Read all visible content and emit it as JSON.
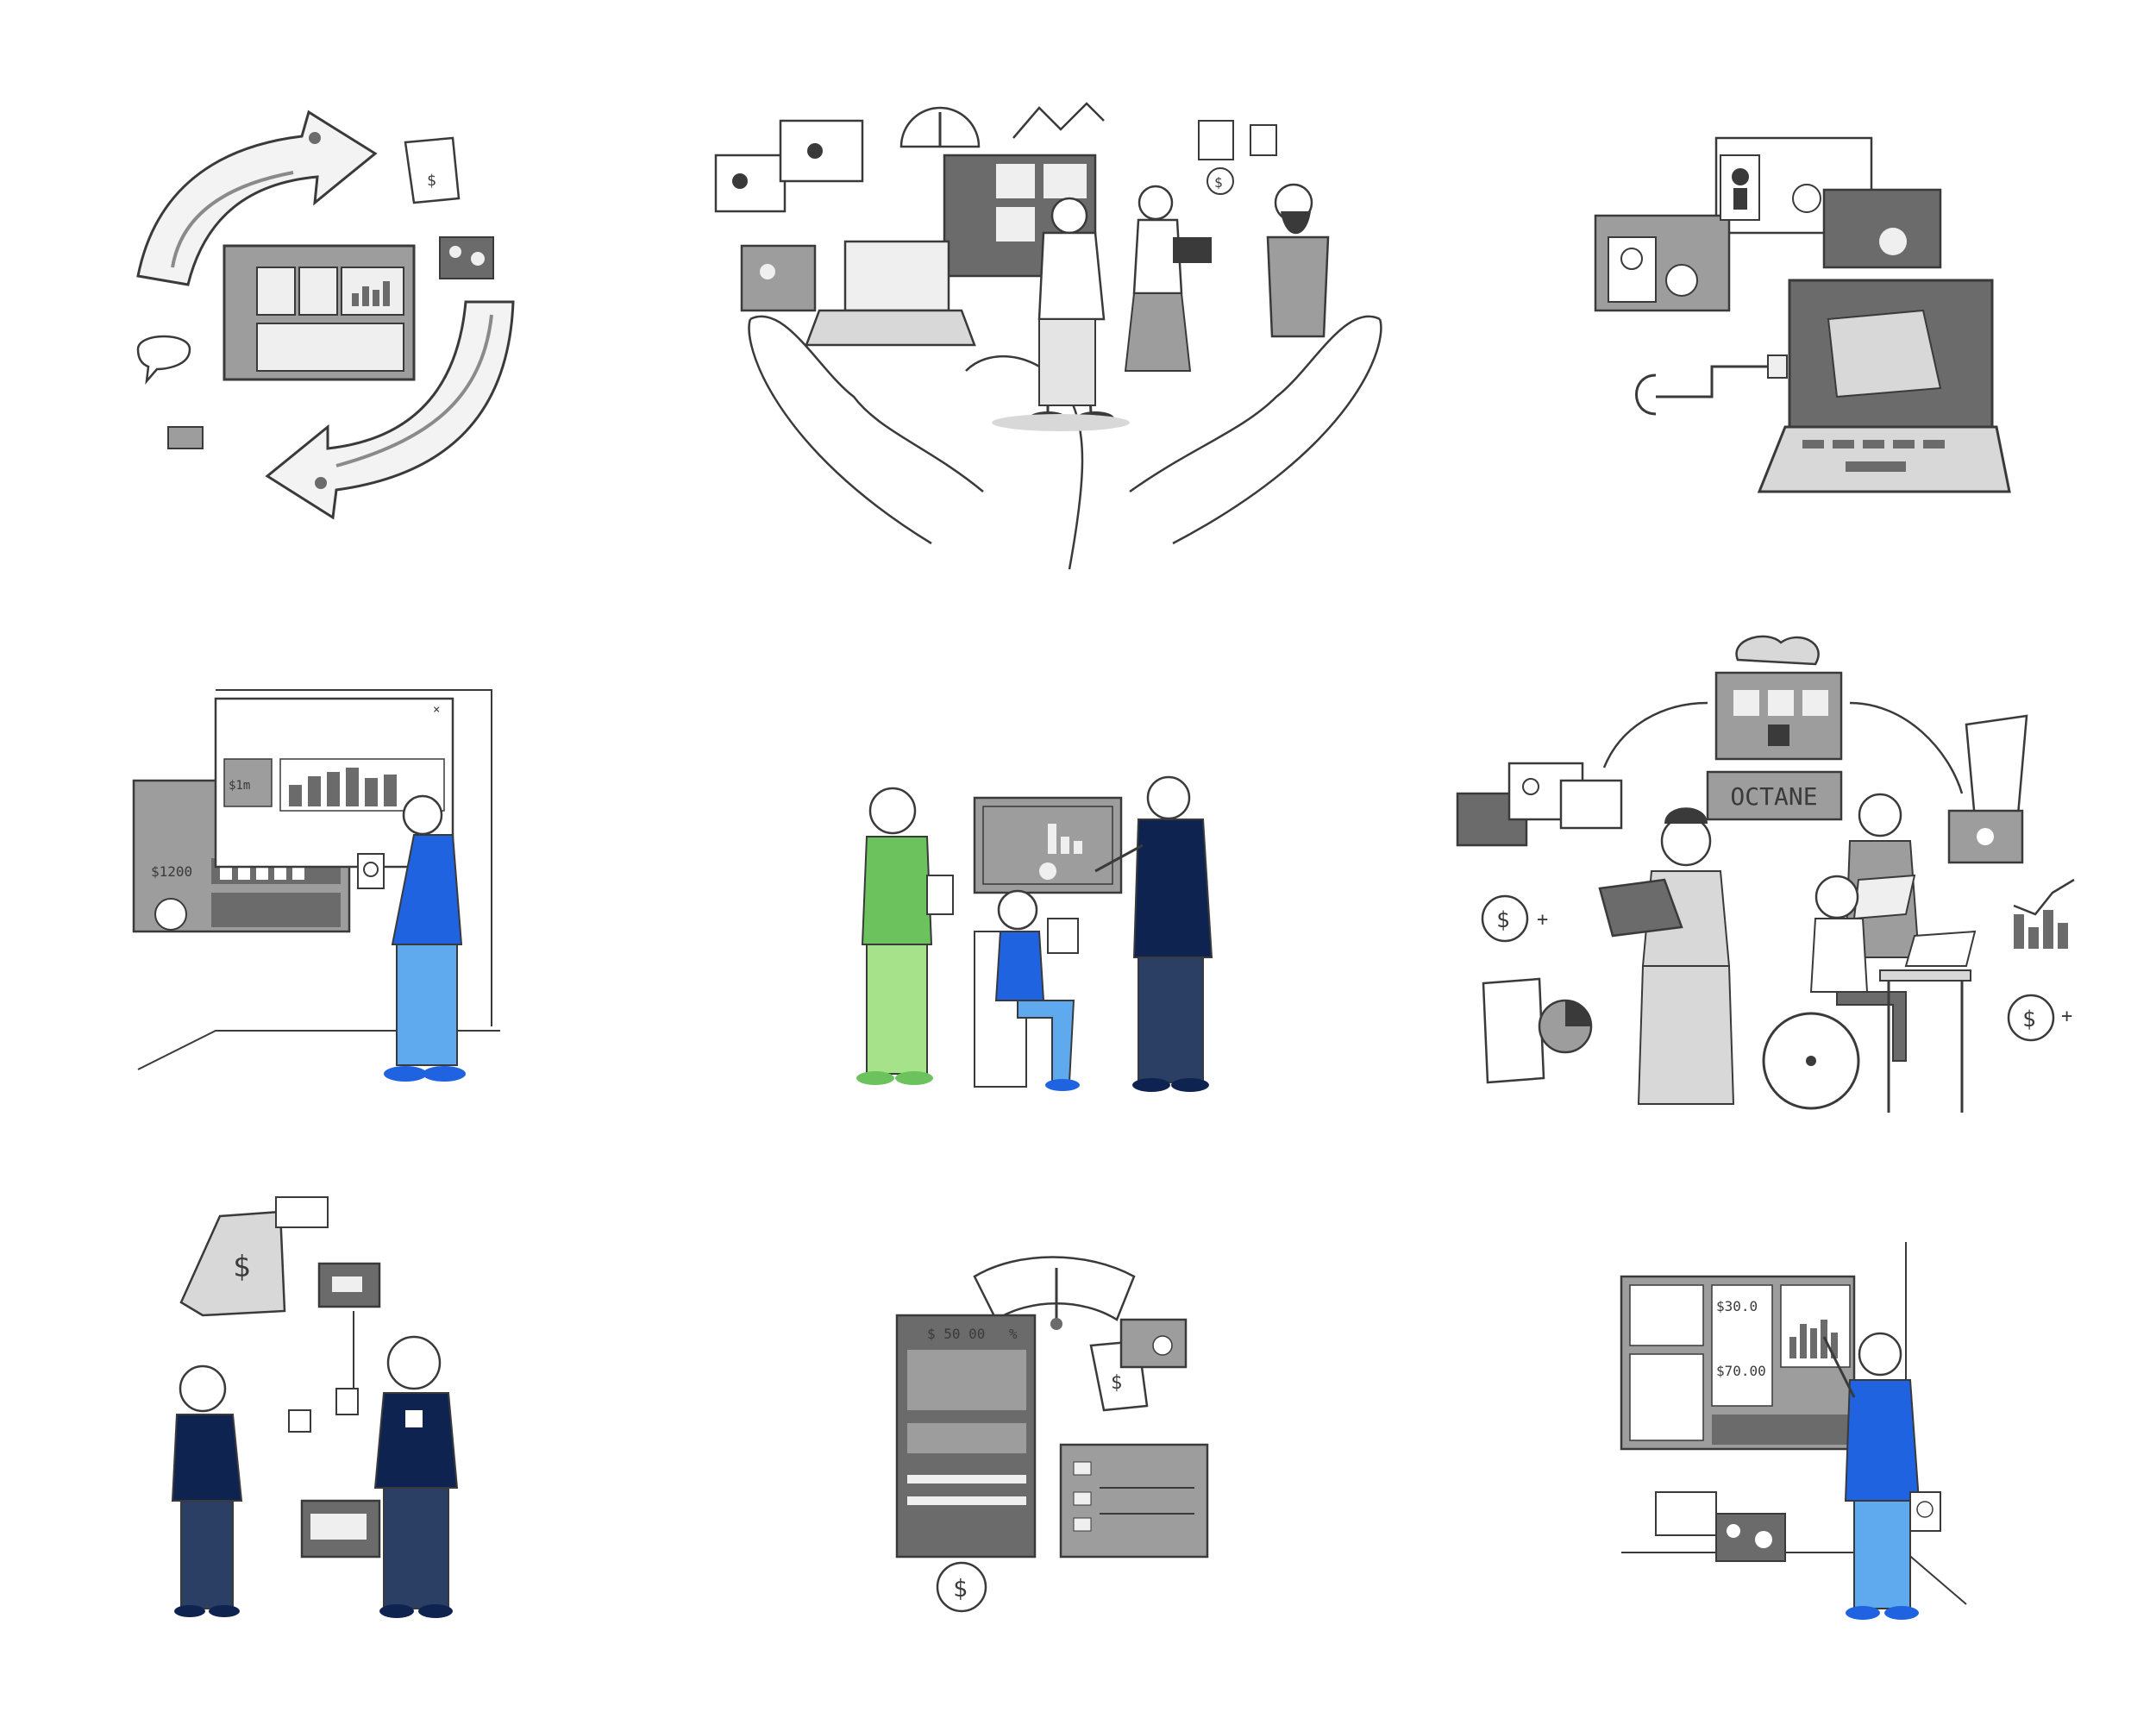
{
  "colors": {
    "ink": "#3a3a3a",
    "dark_gray": "#6b6b6b",
    "mid_gray": "#9d9d9d",
    "light_gray": "#d8d8d8",
    "blue": "#1f63e0",
    "light_blue": "#5fa9ef",
    "navy": "#0f2350",
    "navy_pants": "#2b3e63",
    "green": "#6cc35e",
    "light_green": "#a6e28a"
  },
  "icons": [
    "dollar-icon",
    "pie-chart-icon",
    "bar-chart-icon",
    "user-icon",
    "brain-icon",
    "arrow-icon",
    "gauge-icon",
    "money-bill-icon"
  ],
  "panels": {
    "cycle": {},
    "hands": {},
    "laptop": {},
    "wall_chart": {
      "board_price": "$1200",
      "card_price": "$1m"
    },
    "blue_team": {},
    "octane": {
      "sign_text": "OCTANE"
    },
    "duo": {},
    "gauge_ui": {
      "header_value": "$ 50 00",
      "header_tail": "%"
    },
    "dashboard_wall": {
      "value_top": "$30.0",
      "value_bottom": "$70.00"
    }
  }
}
